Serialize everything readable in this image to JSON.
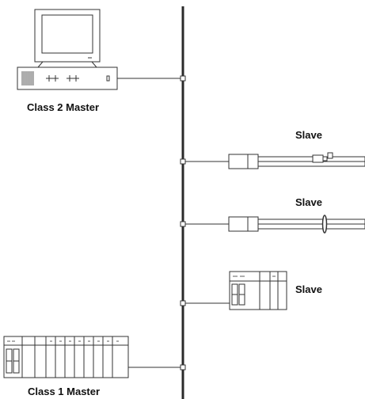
{
  "labels": {
    "class2_master": "Class 2 Master",
    "class1_master": "Class 1 Master",
    "slave_1": "Slave",
    "slave_2": "Slave",
    "slave_3": "Slave"
  },
  "colors": {
    "stroke": "#333333",
    "bus": "#2a2a2a",
    "fill": "#ffffff",
    "text": "#111111"
  },
  "icons": {
    "class2_master": "desktop-computer-icon",
    "slave_1": "cable-connector-icon",
    "slave_2": "cable-connector-icon",
    "slave_3": "plc-rack-icon",
    "class1_master": "plc-rack-icon"
  }
}
